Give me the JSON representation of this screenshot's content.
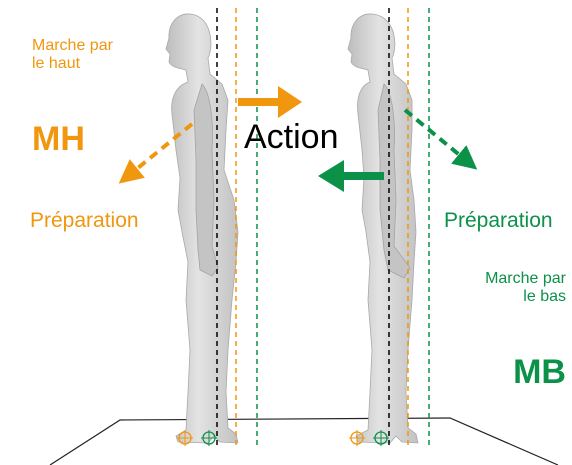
{
  "left_panel": {
    "caption_lines": [
      "Marche par",
      "le haut"
    ],
    "abbreviation": "MH",
    "phase": "Préparation"
  },
  "center": {
    "action": "Action"
  },
  "right_panel": {
    "caption_lines": [
      "Marche par",
      "le bas"
    ],
    "abbreviation": "MB",
    "phase": "Préparation"
  },
  "colors": {
    "up_walk": "#f0960f",
    "down_walk": "#0b9148",
    "body_line": "#000000",
    "figure": "#cfcfcf"
  }
}
